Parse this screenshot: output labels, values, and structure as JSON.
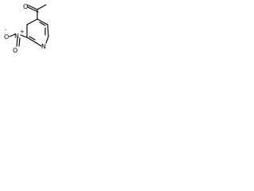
{
  "molecule": {
    "atoms": {
      "carbonyl_oxygen": "O",
      "nitrogen_nitro": "N",
      "nitro_oxygen_left": "O",
      "nitro_oxygen_bottom": "O",
      "ring_nitrogen": "N"
    },
    "charges": {
      "nitrogen_plus": "+",
      "oxygen_minus": "-"
    }
  }
}
